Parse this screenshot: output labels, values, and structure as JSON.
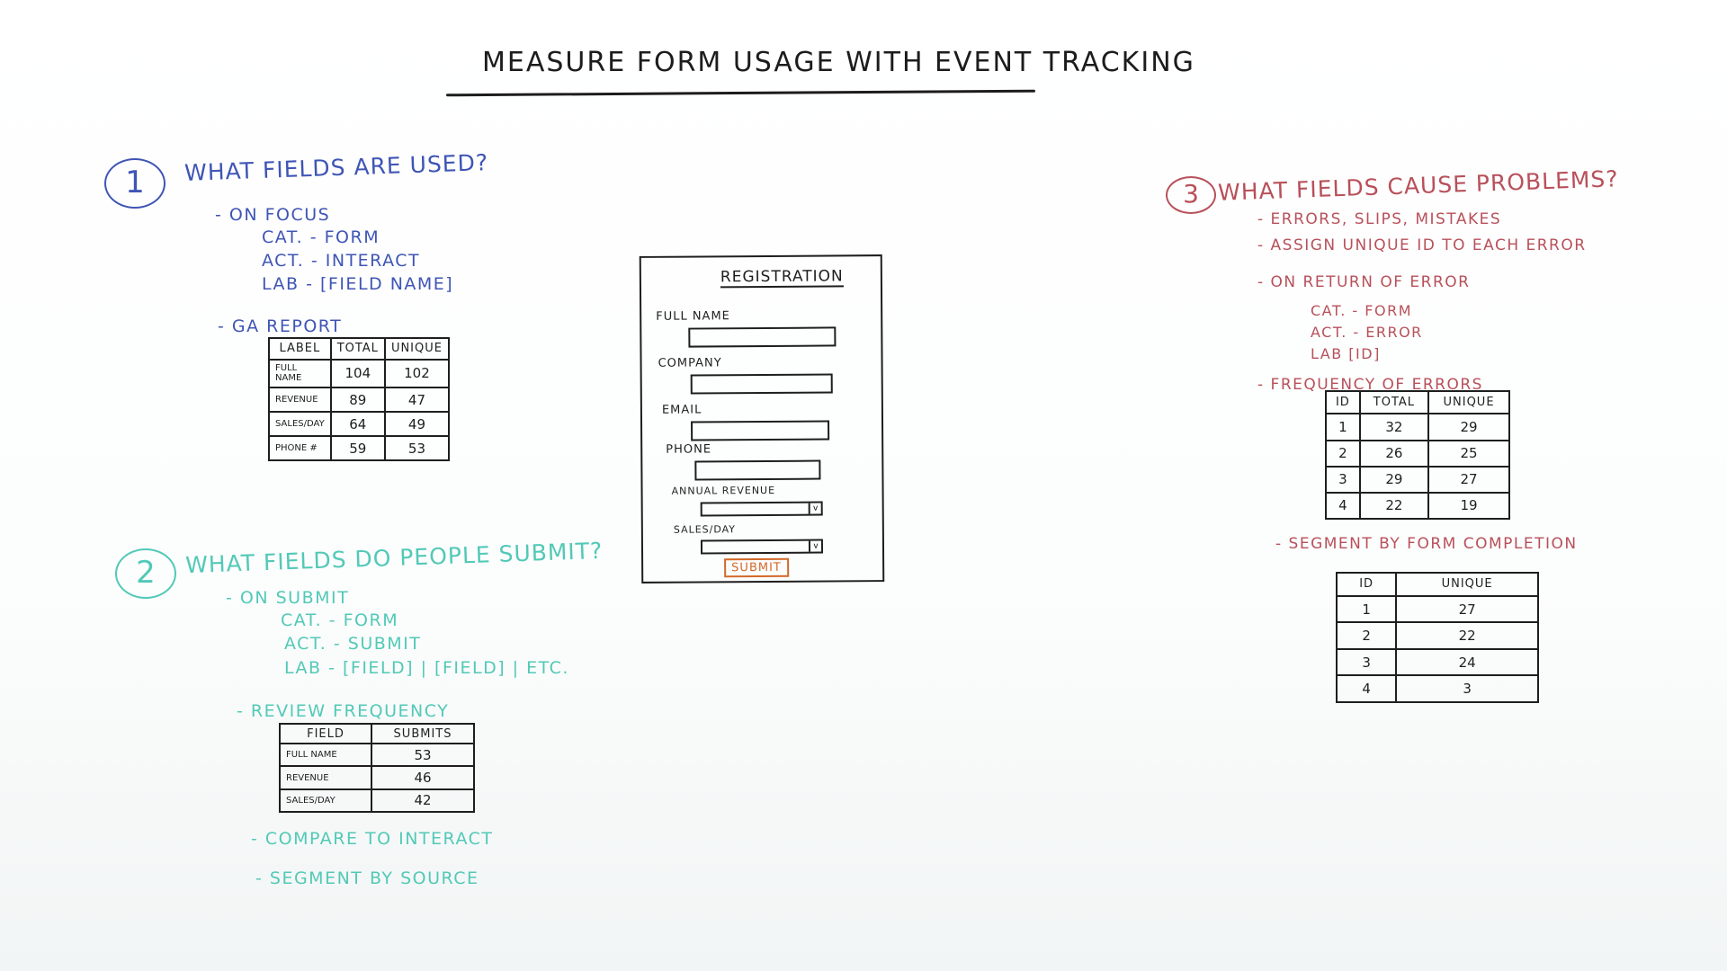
{
  "title": "MEASURE  FORM  USAGE WITH EVENT TRACKING",
  "colors": {
    "section1": "#3f55b5",
    "section2": "#52c9b7",
    "section3": "#b8505a",
    "ink": "#1e1e1e",
    "submit": "#d2692a"
  },
  "section1": {
    "number": "1",
    "heading": "WHAT FIELDS ARE USED?",
    "on_focus": "- ON FOCUS",
    "cat": "CAT. - FORM",
    "act": "ACT. - INTERACT",
    "lab": "LAB - [FIELD NAME]",
    "ga_report": "- GA REPORT",
    "table": {
      "headers": [
        "LABEL",
        "TOTAL",
        "UNIQUE"
      ],
      "rows": [
        [
          "FULL NAME",
          "104",
          "102"
        ],
        [
          "REVENUE",
          "89",
          "47"
        ],
        [
          "SALES/DAY",
          "64",
          "49"
        ],
        [
          "PHONE #",
          "59",
          "53"
        ]
      ]
    }
  },
  "form": {
    "title": "REGISTRATION",
    "fields": [
      "FULL NAME",
      "COMPANY",
      "EMAIL",
      "PHONE",
      "ANNUAL REVENUE",
      "SALES/DAY"
    ],
    "dropdown_arrow": "v",
    "submit": "SUBMIT"
  },
  "section2": {
    "number": "2",
    "heading": "WHAT FIELDS DO PEOPLE SUBMIT?",
    "on_submit": "- ON SUBMIT",
    "cat": "CAT. - FORM",
    "act": "ACT. - SUBMIT",
    "lab": "LAB - [FIELD] | [FIELD] | ETC.",
    "review": "- REVIEW FREQUENCY",
    "table": {
      "headers": [
        "FIELD",
        "SUBMITS"
      ],
      "rows": [
        [
          "FULL NAME",
          "53"
        ],
        [
          "REVENUE",
          "46"
        ],
        [
          "SALES/DAY",
          "42"
        ]
      ]
    },
    "compare": "- COMPARE TO INTERACT",
    "segment": "- SEGMENT BY SOURCE"
  },
  "section3": {
    "number": "3",
    "heading": "WHAT FIELDS CAUSE PROBLEMS?",
    "errors": "- ERRORS, SLIPS, MISTAKES",
    "assign": "- ASSIGN UNIQUE ID TO EACH ERROR",
    "on_return": "- ON RETURN OF ERROR",
    "cat": "CAT. - FORM",
    "act": "ACT. - ERROR",
    "lab": "LAB  [ID]",
    "frequency": "- FREQUENCY OF ERRORS",
    "table1": {
      "headers": [
        "ID",
        "TOTAL",
        "UNIQUE"
      ],
      "rows": [
        [
          "1",
          "32",
          "29"
        ],
        [
          "2",
          "26",
          "25"
        ],
        [
          "3",
          "29",
          "27"
        ],
        [
          "4",
          "22",
          "19"
        ]
      ]
    },
    "segment": "- SEGMENT BY FORM COMPLETION",
    "table2": {
      "headers": [
        "ID",
        "UNIQUE"
      ],
      "rows": [
        [
          "1",
          "27"
        ],
        [
          "2",
          "22"
        ],
        [
          "3",
          "24"
        ],
        [
          "4",
          "3"
        ]
      ]
    }
  }
}
